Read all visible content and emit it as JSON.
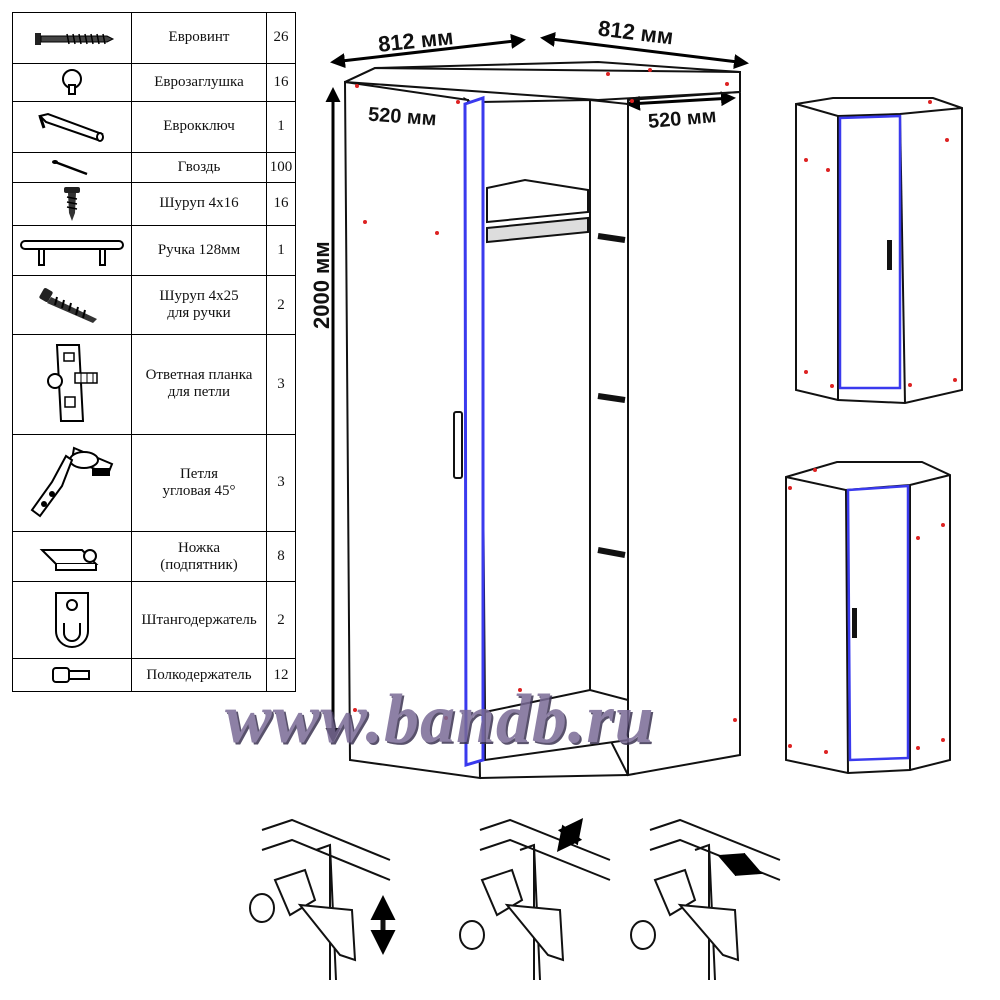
{
  "parts": [
    {
      "name": "Евровинт",
      "qty": "26",
      "icon": "euroscrew-icon"
    },
    {
      "name": "Еврозаглушка",
      "qty": "16",
      "icon": "euro-cap-icon"
    },
    {
      "name": "Еврокключ",
      "qty": "1",
      "icon": "hex-key-icon"
    },
    {
      "name": "Гвоздь",
      "qty": "100",
      "icon": "nail-icon"
    },
    {
      "name": "Шуруп 4х16",
      "qty": "16",
      "icon": "screw-short-icon"
    },
    {
      "name": "Ручка 128мм",
      "qty": "1",
      "icon": "handle-icon"
    },
    {
      "name": "Шуруп 4х25\nдля ручки",
      "qty": "2",
      "icon": "screw-long-icon"
    },
    {
      "name": "Ответная планка\nдля петли",
      "qty": "3",
      "icon": "mounting-plate-icon"
    },
    {
      "name": "Петля\nугловая 45°",
      "qty": "3",
      "icon": "hinge-45-icon"
    },
    {
      "name": "Ножка\n(подпятник)",
      "qty": "8",
      "icon": "foot-pad-icon"
    },
    {
      "name": "Штангодержатель",
      "qty": "2",
      "icon": "rail-holder-icon"
    },
    {
      "name": "Полкодержатель",
      "qty": "12",
      "icon": "shelf-pin-icon"
    }
  ],
  "dimensions": {
    "width_left": "812 мм",
    "width_right": "812 мм",
    "depth_left": "520 мм",
    "depth_right": "520 мм",
    "height": "2000 мм"
  },
  "watermark": "www.bandb.ru",
  "colors": {
    "outline": "#111111",
    "door_edge": "#3a3aee",
    "marker": "#dd2222"
  }
}
